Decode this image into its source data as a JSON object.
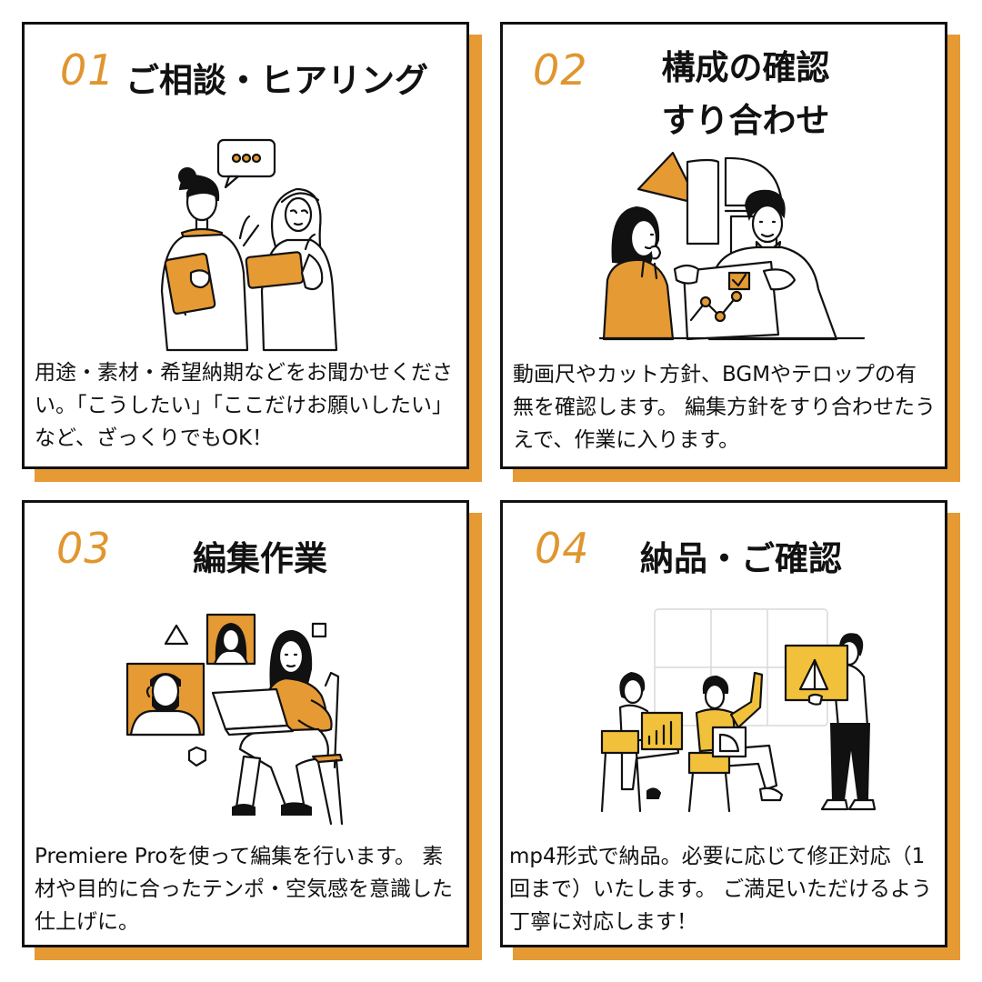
{
  "colors": {
    "accent": "#e59a34",
    "border": "#111111",
    "yellow": "#f2c13b"
  },
  "steps": [
    {
      "number": "01",
      "title": "ご相談・ヒアリング",
      "description": "用途・素材・希望納期などをお聞かせください。「こうしたい」「ここだけお願いしたい」など、ざっくりでもOK！",
      "illustration": "two-women-talking-with-tablets"
    },
    {
      "number": "02",
      "title_lines": [
        "構成の確認",
        "すり合わせ"
      ],
      "description": "動画尺やカット方針、BGMやテロップの有無を確認します。 編集方針をすり合わせたうえで、作業に入ります。",
      "illustration": "two-people-reviewing-chart"
    },
    {
      "number": "03",
      "title": "編集作業",
      "description": "Premiere Proを使って編集を行います。 素材や目的に合ったテンポ・空気感を意識した仕上げに。",
      "illustration": "woman-editing-on-laptop"
    },
    {
      "number": "04",
      "title": "納品・ご確認",
      "description": "mp4形式で納品。必要に応じて修正対応（1回まで）いたします。 ご満足いただけるよう丁寧に対応します！",
      "illustration": "team-presenting-deliverables"
    }
  ]
}
